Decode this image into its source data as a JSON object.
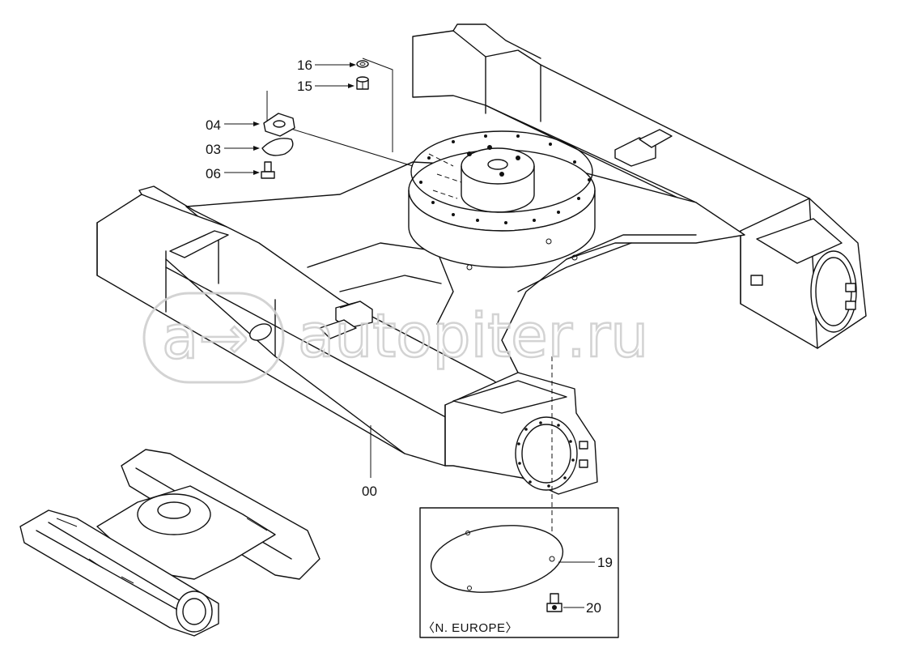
{
  "watermark": {
    "text": "autopiter.ru",
    "logo": "a→"
  },
  "callouts": [
    {
      "id": "16",
      "label": "16"
    },
    {
      "id": "15",
      "label": "15"
    },
    {
      "id": "04",
      "label": "04"
    },
    {
      "id": "03",
      "label": "03"
    },
    {
      "id": "06",
      "label": "06"
    },
    {
      "id": "00",
      "label": "00"
    },
    {
      "id": "19",
      "label": "19"
    },
    {
      "id": "20",
      "label": "20"
    }
  ],
  "inset": {
    "caption": "〈N. EUROPE〉"
  },
  "icons": {
    "overview": "undercarriage-overview-icon",
    "frame": "track-frame-drawing"
  }
}
